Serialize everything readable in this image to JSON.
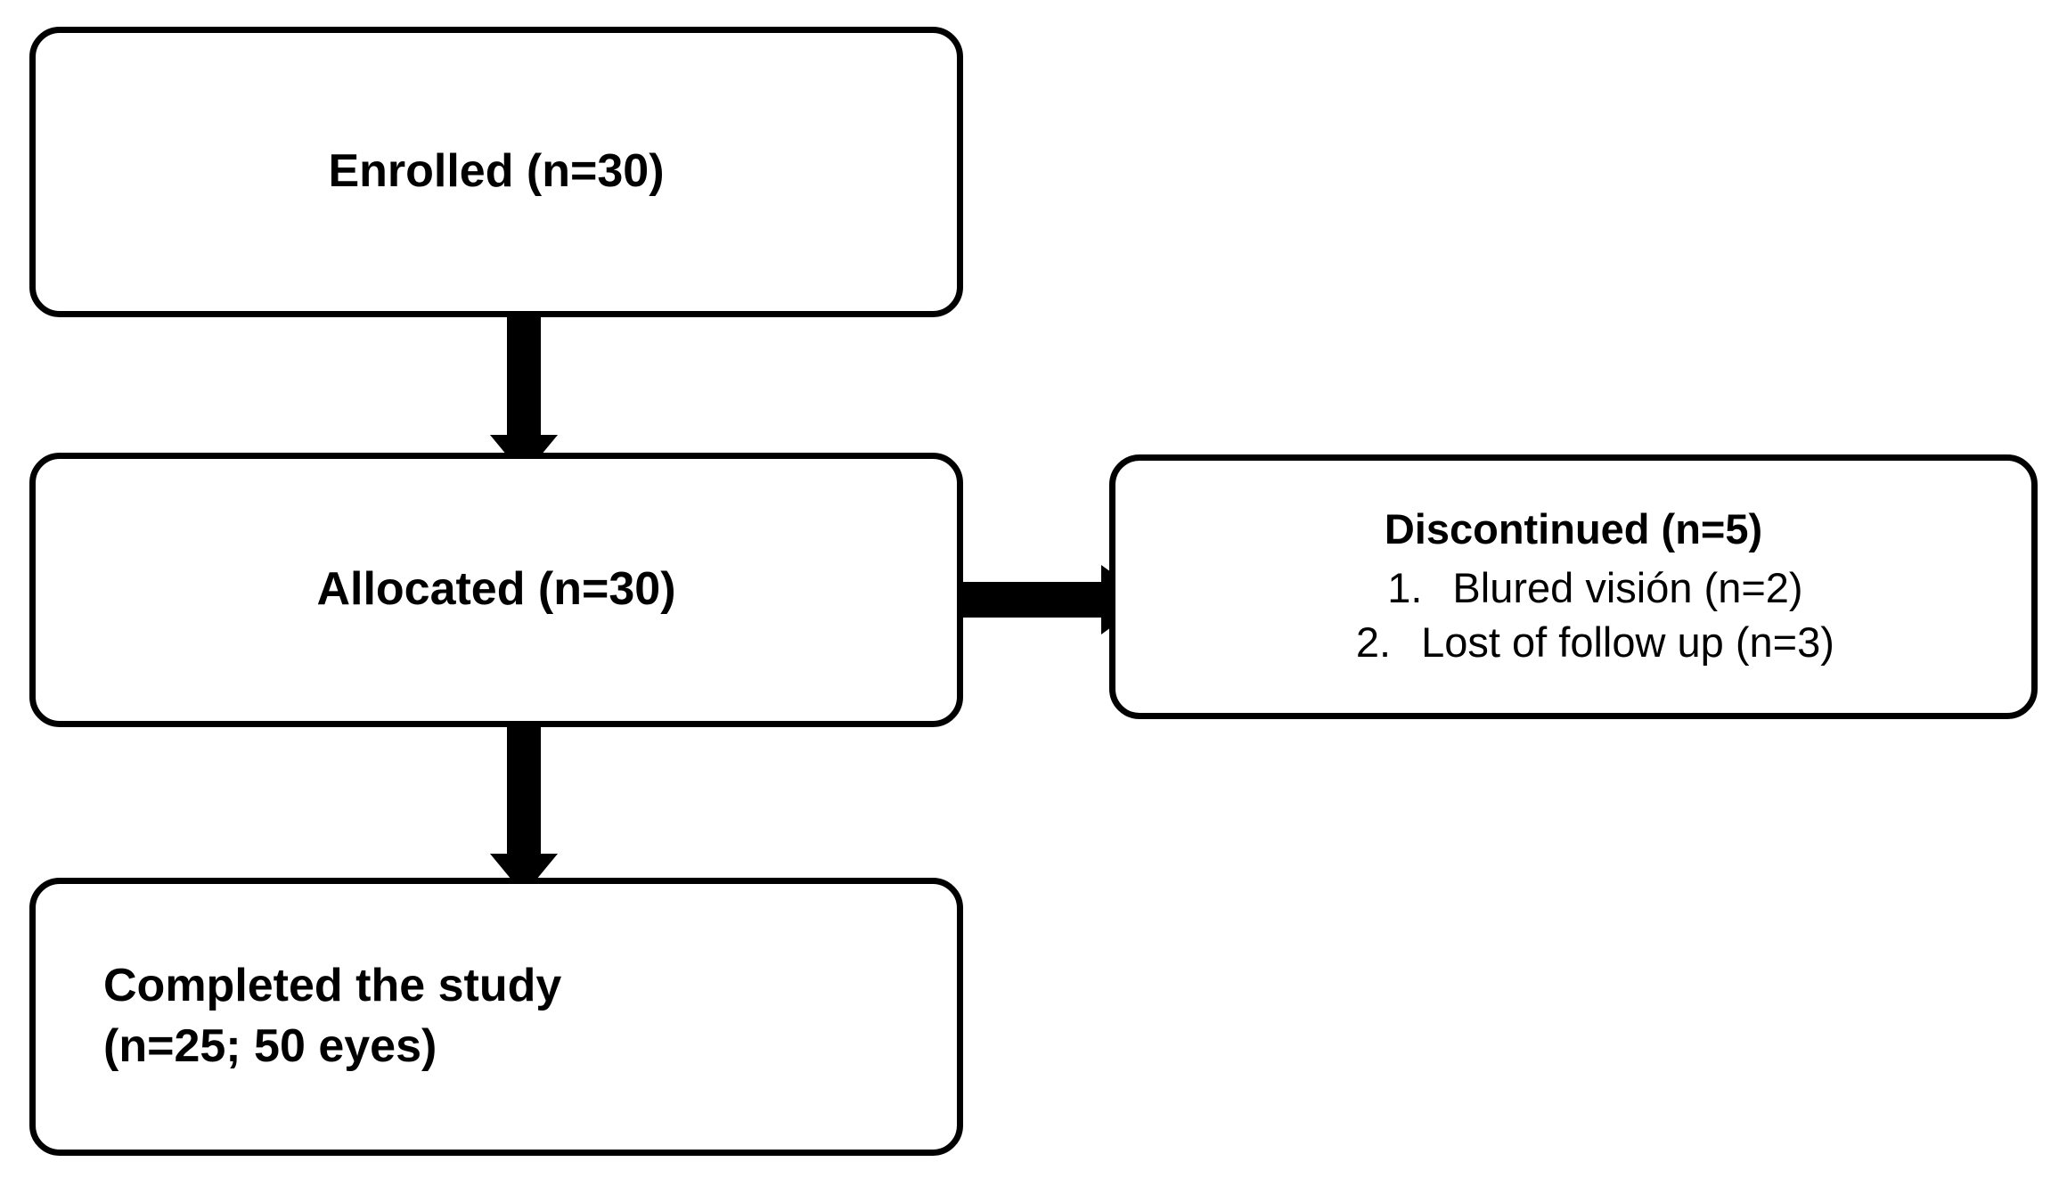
{
  "diagram": {
    "type": "flowchart",
    "title": "Study participant flow diagram",
    "background_color": "#ffffff",
    "line_color": "#000000",
    "text_color": "#000000"
  },
  "nodes": {
    "enrolled": {
      "label": "Enrolled (n=30)"
    },
    "allocated": {
      "label": "Allocated (n=30)"
    },
    "completed": {
      "line1": "Completed the study",
      "line2": "(n=25; 50 eyes)"
    },
    "discontinued": {
      "title": "Discontinued (n=5)",
      "items": [
        {
          "number": "1.",
          "text": "Blured visión (n=2)"
        },
        {
          "number": "2.",
          "text": "Lost of follow up (n=3)"
        }
      ]
    }
  },
  "arrows": [
    {
      "name": "enrolled-to-allocated",
      "direction": "down"
    },
    {
      "name": "allocated-to-completed",
      "direction": "down"
    },
    {
      "name": "allocated-to-discontinued",
      "direction": "right"
    }
  ]
}
